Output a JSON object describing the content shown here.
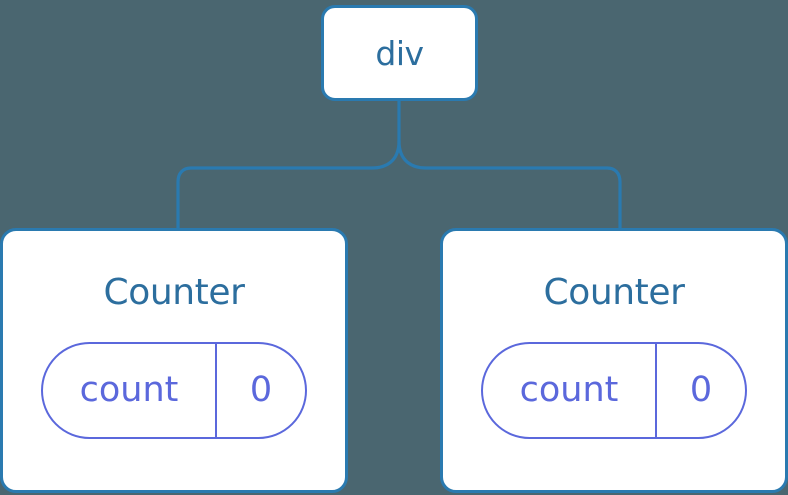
{
  "diagram": {
    "type": "component-tree",
    "background_color": "#4a6670",
    "node_border_color": "#2a7ab0",
    "node_fill_color": "#ffffff",
    "node_text_color": "#2c6e9e",
    "state_accent_color": "#5b68dc",
    "connector_color": "#2a7ab0",
    "root": {
      "label": "div"
    },
    "children": [
      {
        "label": "Counter",
        "state": {
          "key": "count",
          "value": "0"
        }
      },
      {
        "label": "Counter",
        "state": {
          "key": "count",
          "value": "0"
        }
      }
    ]
  }
}
